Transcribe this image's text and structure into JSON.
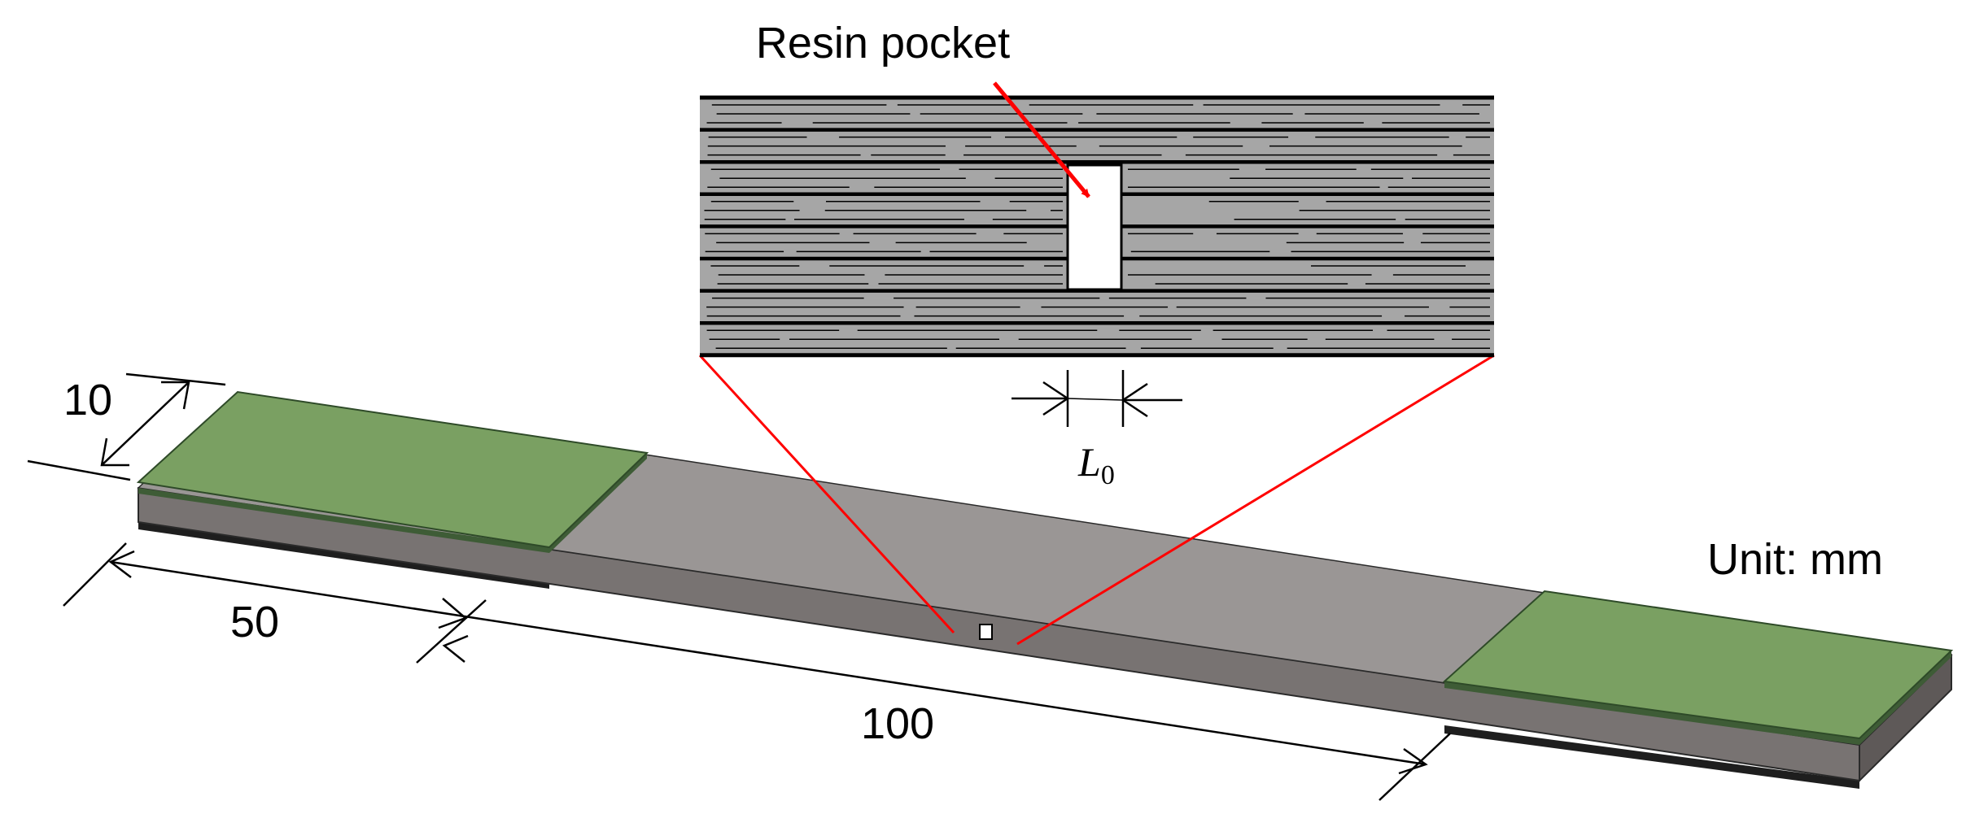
{
  "labels": {
    "resin_pocket": "Resin pocket",
    "gap_symbol": "L",
    "gap_subscript": "0",
    "width_dim": "10",
    "tab_length_dim": "50",
    "gauge_length_dim": "100",
    "unit_note": "Unit: mm"
  },
  "colors": {
    "tab_green": "#7aa062",
    "specimen_top": "#9a9695",
    "specimen_side": "#787372",
    "laminate_gray": "#a6a6a6",
    "callout_red": "#ff0000"
  }
}
